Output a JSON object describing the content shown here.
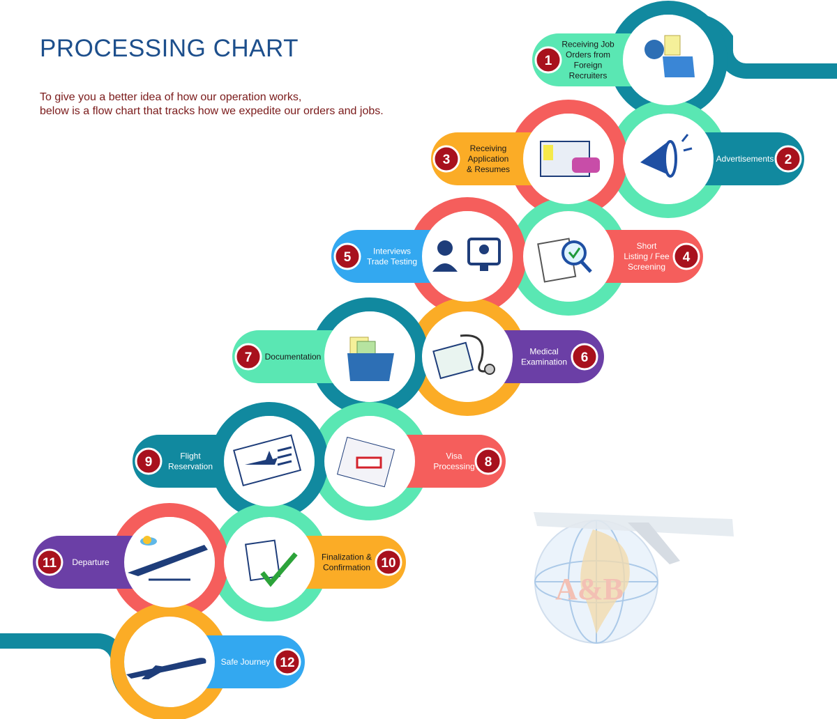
{
  "header": {
    "title": "PROCESSING CHART",
    "intro_line_1": "To give you a better idea of how our operation works,",
    "intro_line_2": "below is a flow chart that tracks how we expedite our orders and jobs."
  },
  "colors": {
    "teal": "#11899f",
    "mint": "#5ae7b3",
    "coral": "#f55e5c",
    "orange": "#fbac26",
    "blue": "#33a8f0",
    "purple": "#6b3fa6",
    "badge": "#a8111d",
    "title": "#1d4f8c",
    "intro": "#7a1a1a"
  },
  "steps": [
    {
      "num": "1",
      "lines": [
        "Receiving Job",
        "Orders from",
        "Foreign",
        "Recruiters"
      ],
      "icon": "globe-folder-icon"
    },
    {
      "num": "2",
      "lines": [
        "Advertisements"
      ],
      "icon": "megaphone-icon"
    },
    {
      "num": "3",
      "lines": [
        "Receiving",
        "Application",
        "& Resumes"
      ],
      "icon": "resume-folder-icon"
    },
    {
      "num": "4",
      "lines": [
        "Short",
        "Listing / Fee",
        "Screening"
      ],
      "icon": "checklist-magnifier-icon"
    },
    {
      "num": "5",
      "lines": [
        "Interviews",
        "Trade Testing"
      ],
      "icon": "interview-headset-icon"
    },
    {
      "num": "6",
      "lines": [
        "Medical",
        "Examination"
      ],
      "icon": "medical-pass-icon"
    },
    {
      "num": "7",
      "lines": [
        "Documentation"
      ],
      "icon": "document-folder-icon"
    },
    {
      "num": "8",
      "lines": [
        "Visa",
        "Processing"
      ],
      "icon": "visa-stamp-icon"
    },
    {
      "num": "9",
      "lines": [
        "Flight",
        "Reservation"
      ],
      "icon": "flight-ticket-icon"
    },
    {
      "num": "10",
      "lines": [
        "Finalization &",
        "Confirmation"
      ],
      "icon": "checklist-tick-icon"
    },
    {
      "num": "11",
      "lines": [
        "Departure"
      ],
      "icon": "plane-takeoff-icon"
    },
    {
      "num": "12",
      "lines": [
        "Safe Journey"
      ],
      "icon": "plane-flying-icon"
    }
  ],
  "logo": {
    "text": "A&B",
    "icon": "globe-airplane-logo"
  }
}
